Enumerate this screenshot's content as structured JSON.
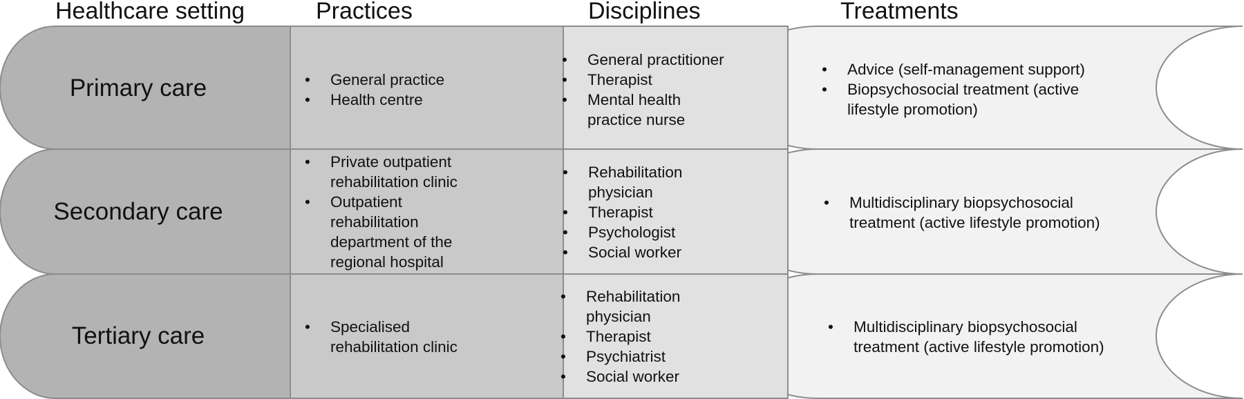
{
  "headers": {
    "setting": "Healthcare setting",
    "practices": "Practices",
    "disciplines": "Disciplines",
    "treatments": "Treatments"
  },
  "colors": {
    "setting_fill": "#b3b3b3",
    "practices_fill": "#c9c9c9",
    "disciplines_fill": "#e1e1e1",
    "treatments_fill": "#f2f2f2",
    "outline": "#8c8c8c"
  },
  "rows": [
    {
      "setting": "Primary care",
      "practices": [
        "General practice",
        "Health centre"
      ],
      "disciplines": [
        "General practitioner",
        "Therapist",
        "Mental health practice nurse"
      ],
      "treatments": [
        "Advice (self-management support)",
        "Biopsychosocial treatment (active lifestyle promotion)"
      ]
    },
    {
      "setting": "Secondary care",
      "practices": [
        "Private outpatient rehabilitation clinic",
        "Outpatient rehabilitation department of the regional hospital"
      ],
      "disciplines": [
        "Rehabilitation physician",
        "Therapist",
        "Psychologist",
        "Social worker"
      ],
      "treatments": [
        "Multidisciplinary biopsychosocial treatment (active lifestyle promotion)"
      ]
    },
    {
      "setting": "Tertiary care",
      "practices": [
        "Specialised rehabilitation clinic"
      ],
      "disciplines": [
        "Rehabilitation physician",
        "Therapist",
        "Psychiatrist",
        "Social worker"
      ],
      "treatments": [
        "Multidisciplinary biopsychosocial treatment (active lifestyle promotion)"
      ]
    }
  ]
}
